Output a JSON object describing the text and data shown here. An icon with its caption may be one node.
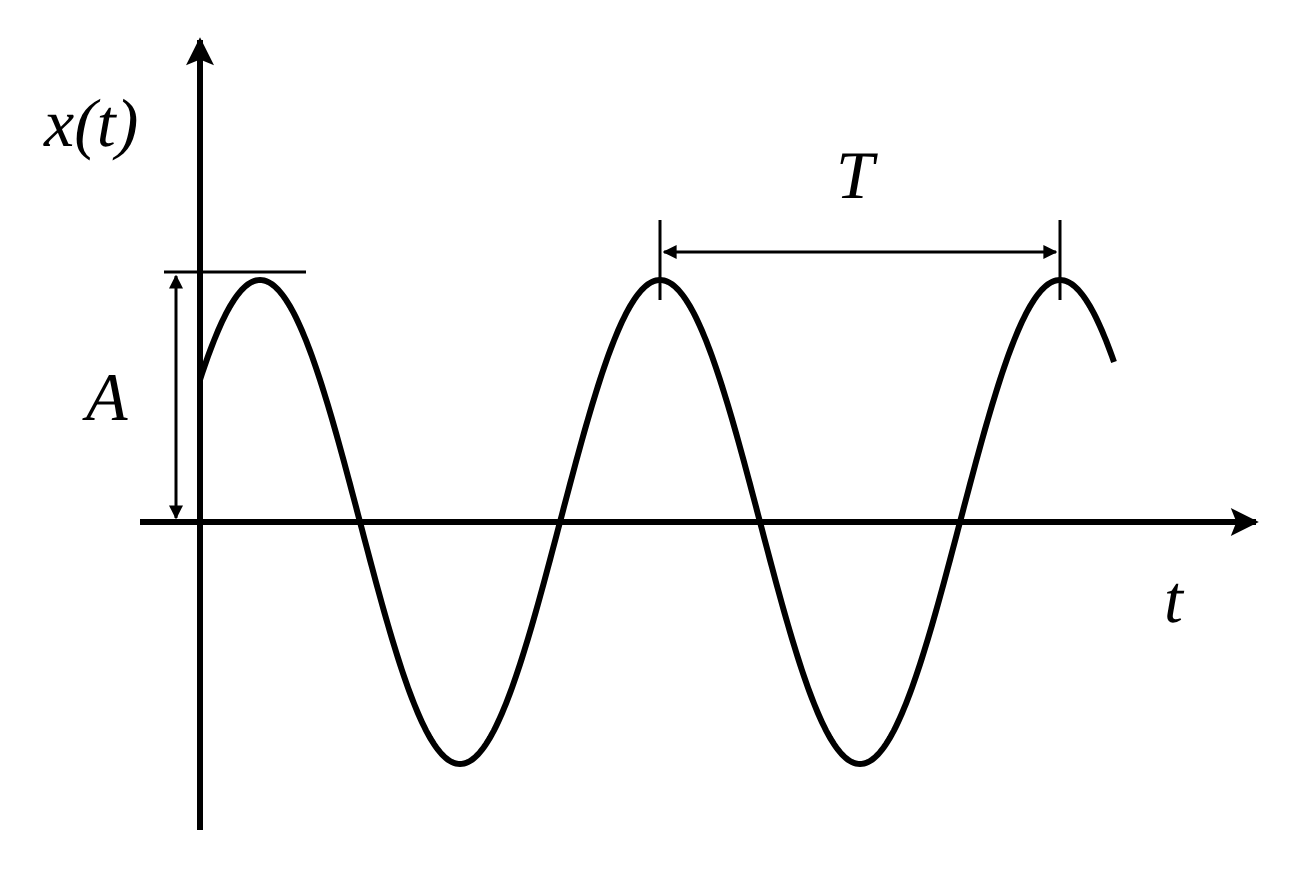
{
  "diagram": {
    "labels": [
      "x(t)",
      "T",
      "A",
      "t"
    ]
  }
}
